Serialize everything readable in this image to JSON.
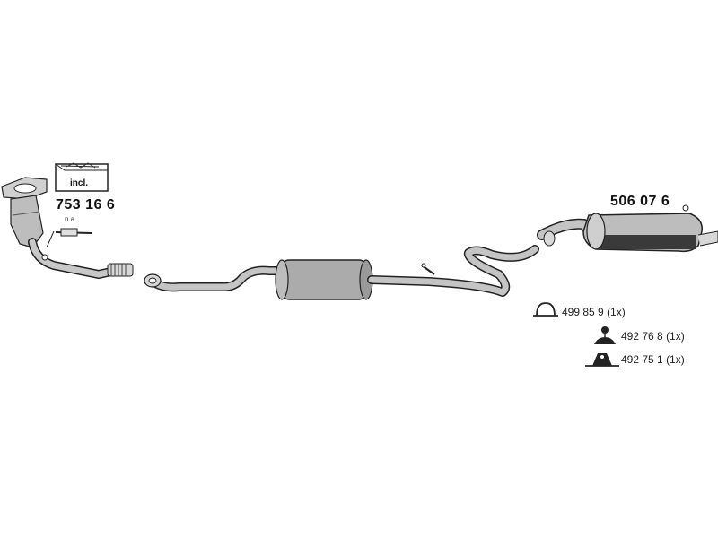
{
  "parts": {
    "catalytic_converter": {
      "number": "753 16 6",
      "kit_label": "incl.",
      "sensor_note": "n.a."
    },
    "rear_silencer": {
      "number": "506 07 6"
    }
  },
  "accessories": [
    {
      "number": "499 85 9",
      "qty": "(1x)",
      "icon": "clamp-icon"
    },
    {
      "number": "492 76 8",
      "qty": "(1x)",
      "icon": "hanger-icon"
    },
    {
      "number": "492 75 1",
      "qty": "(1x)",
      "icon": "mounting-rubber-icon"
    }
  ],
  "colors": {
    "pipe_fill": "#b8b8b8",
    "pipe_stroke": "#2a2a2a",
    "muffler_dark": "#3a3a3a"
  }
}
